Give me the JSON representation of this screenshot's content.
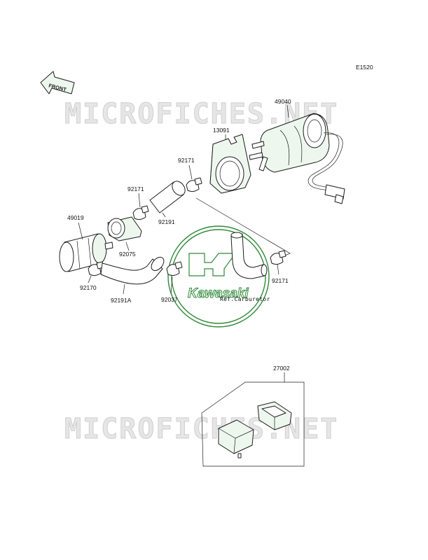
{
  "diagram_code": "E1520",
  "front_label": "FRONT",
  "watermark_text": "MICROFICHES.NET",
  "logo_text": "Kawasaki",
  "ref_carburetor": "Ref.Carburetor",
  "parts": {
    "p49040": "49040",
    "p13091": "13091",
    "p92171_a": "92171",
    "p92171_b": "92171",
    "p92171_c": "92171",
    "p92191": "92191",
    "p49019": "49019",
    "p92075": "92075",
    "p92170": "92170",
    "p92191A": "92191A",
    "p92037": "92037",
    "p27002": "27002"
  },
  "colors": {
    "ink": "#1d1d1d",
    "logo_green": "#2f8a3a",
    "tint": "#eef7ee",
    "watermark": "#e6e6e6"
  }
}
